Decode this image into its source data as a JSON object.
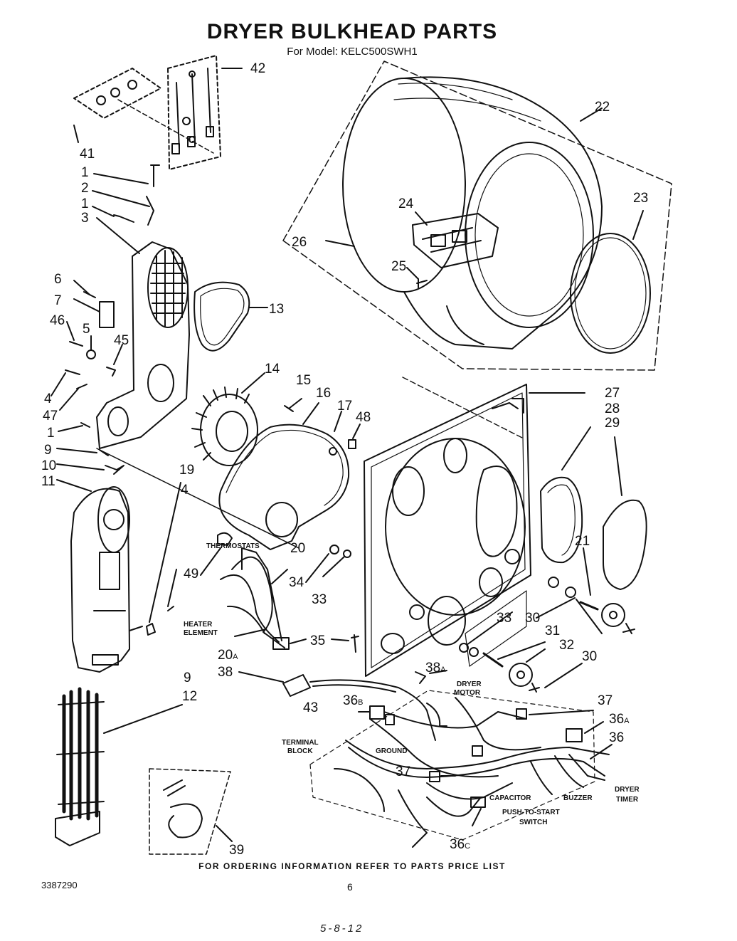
{
  "title": "DRYER BULKHEAD PARTS",
  "subtitle": "For Model: KELC500SWH1",
  "footer": "FOR ORDERING INFORMATION REFER TO PARTS PRICE LIST",
  "doc_number": "3387290",
  "page_number": "6",
  "handwritten_note": "5-8-12",
  "callouts": {
    "c42": "42",
    "c41": "41",
    "c1a": "1",
    "c2": "2",
    "c1b": "1",
    "c3": "3",
    "c6": "6",
    "c7": "7",
    "c46": "46",
    "c5": "5",
    "c45": "45",
    "c4a": "4",
    "c47": "47",
    "c1c": "1",
    "c9a": "9",
    "c10": "10",
    "c11": "11",
    "c13": "13",
    "c14": "14",
    "c15": "15",
    "c16": "16",
    "c17": "17",
    "c48": "48",
    "c22": "22",
    "c23": "23",
    "c24": "24",
    "c25": "25",
    "c26": "26",
    "c27": "27",
    "c28": "28",
    "c29": "29",
    "c21": "21",
    "c19": "19",
    "c4b": "4",
    "c49": "49",
    "c20": "20",
    "c34": "34",
    "c33a": "33",
    "c33b": "33",
    "c30a": "30",
    "c31": "31",
    "c32": "32",
    "c30b": "30",
    "c35": "35",
    "c20a": "20",
    "c20a_sub": "A",
    "c38": "38",
    "c38a": "38",
    "c38a_sub": "A",
    "c9b": "9",
    "c12": "12",
    "c43": "43",
    "c36b": "36",
    "c36b_sub": "B",
    "c37a": "37",
    "c36a": "36",
    "c36a_sub": "A",
    "c36": "36",
    "c37b": "37",
    "c36c": "36",
    "c36c_sub": "C",
    "c39": "39"
  },
  "small_labels": {
    "thermostats": "THERMOSTATS",
    "heater_element": [
      "HEATER",
      "ELEMENT"
    ],
    "dryer_motor": [
      "DRYER",
      "MOTOR"
    ],
    "terminal_block": [
      "TERMINAL",
      "BLOCK"
    ],
    "ground": "GROUND",
    "capacitor": "CAPACITOR",
    "buzzer": "BUZZER",
    "dryer_timer": [
      "DRYER",
      "TIMER"
    ],
    "push_to_start": [
      "PUSH-TO-START",
      "SWITCH"
    ]
  }
}
